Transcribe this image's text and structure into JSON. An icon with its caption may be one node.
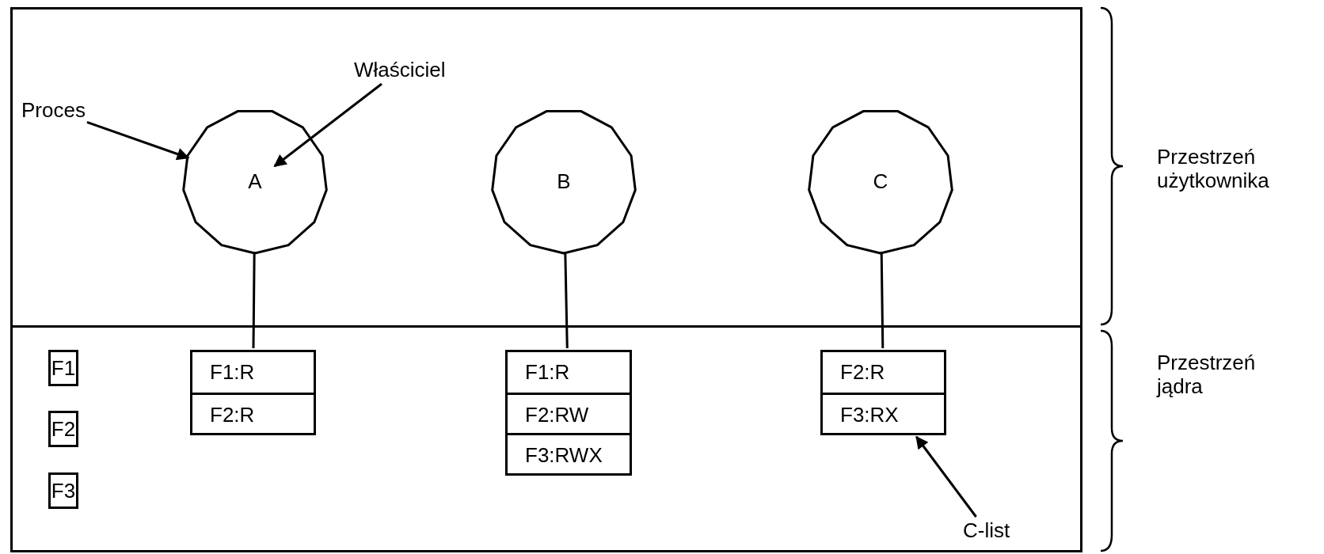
{
  "diagram": {
    "nodes": [
      {
        "text": [
          "Przestrzeń użytkownika"
        ]
      },
      {
        "text": [
          "Przestrzeń jądra"
        ]
      },
      {
        "text": [
          "A"
        ],
        "in": 0
      },
      {
        "text": [
          "B"
        ],
        "in": 0
      },
      {
        "text": [
          "C"
        ],
        "in": 0
      },
      {
        "text": [
          "F1"
        ],
        "in": 1
      },
      {
        "text": [
          "F2"
        ],
        "in": 1
      },
      {
        "text": [
          "F3"
        ],
        "in": 1
      },
      {
        "text": [
          "F1:R",
          "F2:R"
        ],
        "in": 1
      },
      {
        "text": [
          "F1:R",
          "F2:RW",
          "F3:RWX"
        ],
        "in": 1
      },
      {
        "text": [
          "F2:R",
          "F3:RX"
        ],
        "in": 1
      },
      {
        "text": [
          "Proces"
        ],
        "in": 0
      },
      {
        "text": [
          "Właściciel"
        ],
        "in": 0
      },
      {
        "text": [
          "C-list"
        ],
        "in": 1
      }
    ],
    "edges": [
      {
        "from": 2,
        "to": 8,
        "arrow": "none"
      },
      {
        "from": 3,
        "to": 9,
        "arrow": "none"
      },
      {
        "from": 4,
        "to": 10,
        "arrow": "none"
      },
      {
        "from": 11,
        "to": 2,
        "arrow": "to"
      },
      {
        "from": 12,
        "to": 2,
        "arrow": "to"
      },
      {
        "from": 13,
        "to": 10,
        "arrow": "to"
      }
    ]
  }
}
